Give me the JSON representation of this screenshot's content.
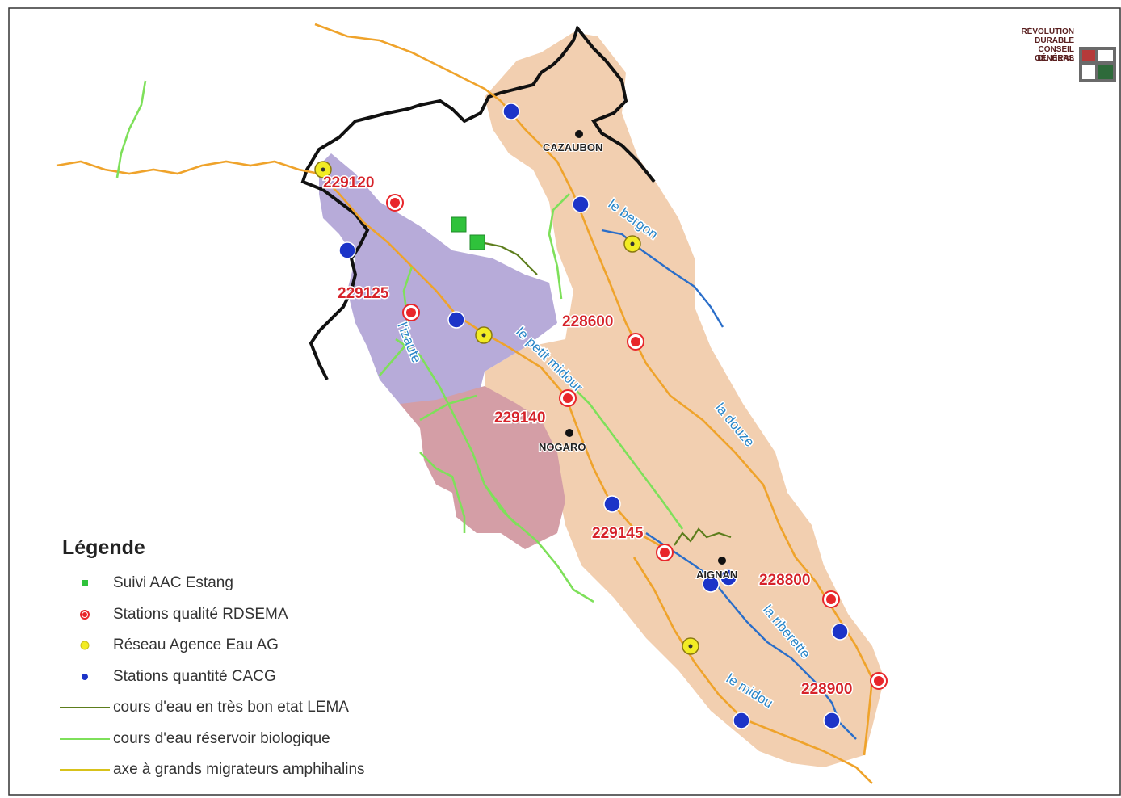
{
  "logo": {
    "lines": [
      "RÉVOLUTION",
      "DURABLE",
      "CONSEIL GÉNÉRAL",
      "DU GERS"
    ]
  },
  "towns": [
    "CAZAUBON",
    "NOGARO",
    "AIGNAN"
  ],
  "rivers": [
    "le bergon",
    "l'izaute",
    "le petit midour",
    "la douze",
    "la riberette",
    "le midou"
  ],
  "stations": [
    "229120",
    "229125",
    "228600",
    "229140",
    "229145",
    "228800",
    "228900"
  ],
  "legend": {
    "title": "Légende",
    "items": [
      {
        "label": "Suivi AAC Estang",
        "symbol": "square",
        "color": "#2fc23b"
      },
      {
        "label": "Stations qualité RDSEMA",
        "symbol": "dot",
        "color": "#e8262b"
      },
      {
        "label": "Réseau Agence Eau AG",
        "symbol": "dot",
        "color": "#f2ec24"
      },
      {
        "label": "Stations quantité CACG",
        "symbol": "dot",
        "color": "#1c34c8"
      },
      {
        "label": "cours d'eau en très bon etat LEMA",
        "symbol": "line",
        "color": "#5c7d1c"
      },
      {
        "label": "cours d'eau réservoir biologique",
        "symbol": "line",
        "color": "#7ee05a"
      },
      {
        "label": "axe à grands migrateurs amphihalins",
        "symbol": "line",
        "color": "#d8c21a"
      }
    ]
  },
  "colors": {
    "zone_main": "#f2cfb0",
    "zone_north": "#b7abd9",
    "zone_south": "#d49ea6",
    "river_orange": "#efa32b",
    "river_blue": "#2a6ec9",
    "boundary": "#111111"
  }
}
